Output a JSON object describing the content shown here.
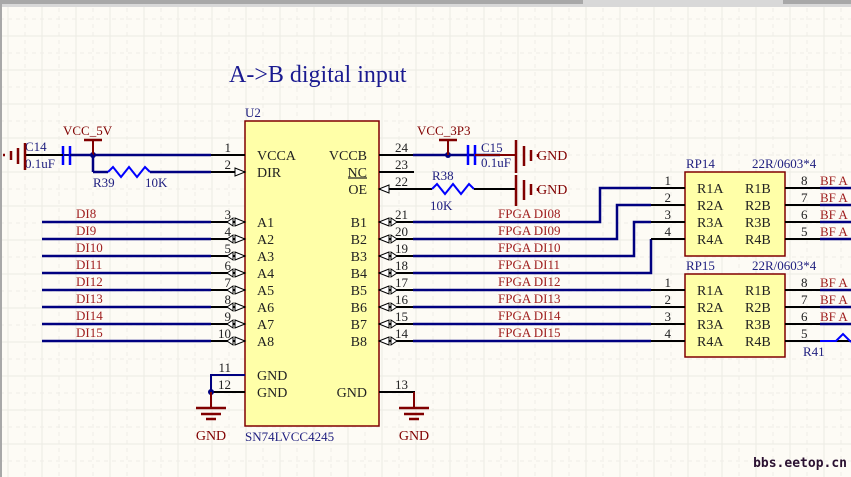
{
  "title": "A->B digital input",
  "watermark": "bbs.eetop.cn",
  "colors": {
    "wire": "#000080",
    "pin": "#000000",
    "power": "#800000",
    "passive": "#0000ff",
    "label_net": "#a02020",
    "label_designator": "#202080",
    "body_fill": "#ffffa8",
    "body_stroke": "#800000"
  },
  "ic": {
    "designator": "U2",
    "part": "SN74LVCC4245",
    "left_pins": [
      {
        "num": "1",
        "name": "VCCA"
      },
      {
        "num": "2",
        "name": "DIR"
      },
      {
        "num": "3",
        "name": "A1"
      },
      {
        "num": "4",
        "name": "A2"
      },
      {
        "num": "5",
        "name": "A3"
      },
      {
        "num": "6",
        "name": "A4"
      },
      {
        "num": "7",
        "name": "A5"
      },
      {
        "num": "8",
        "name": "A6"
      },
      {
        "num": "9",
        "name": "A7"
      },
      {
        "num": "10",
        "name": "A8"
      },
      {
        "num": "11",
        "name": "GND"
      },
      {
        "num": "12",
        "name": "GND"
      }
    ],
    "right_pins": [
      {
        "num": "24",
        "name": "VCCB"
      },
      {
        "num": "23",
        "name": "NC"
      },
      {
        "num": "22",
        "name": "OE"
      },
      {
        "num": "21",
        "name": "B1"
      },
      {
        "num": "20",
        "name": "B2"
      },
      {
        "num": "19",
        "name": "B3"
      },
      {
        "num": "18",
        "name": "B4"
      },
      {
        "num": "17",
        "name": "B5"
      },
      {
        "num": "16",
        "name": "B6"
      },
      {
        "num": "15",
        "name": "B7"
      },
      {
        "num": "14",
        "name": "B8"
      },
      {
        "num": "13",
        "name": "GND"
      }
    ]
  },
  "a_nets": [
    "DI8",
    "DI9",
    "DI10",
    "DI11",
    "DI12",
    "DI13",
    "DI14",
    "DI15"
  ],
  "b_nets": [
    "FPGA_DI08",
    "FPGA_DI09",
    "FPGA_DI10",
    "FPGA_DI11",
    "FPGA_DI12",
    "FPGA_DI13",
    "FPGA_DI14",
    "FPGA_DI15"
  ],
  "power": {
    "vcc_a": "VCC_5V",
    "vcc_b": "VCC_3P3",
    "gnd": "GND"
  },
  "passives": {
    "c14": {
      "ref": "C14",
      "value": "0.1uF"
    },
    "c15": {
      "ref": "C15",
      "value": "0.1uF"
    },
    "r39": {
      "ref": "R39",
      "value": "10K"
    },
    "r38": {
      "ref": "R38",
      "value": "10K"
    },
    "r41": {
      "ref": "R41"
    }
  },
  "rpacks": [
    {
      "ref": "RP14",
      "value": "22R/0603*4",
      "left": [
        "R1A",
        "R2A",
        "R3A",
        "R4A"
      ],
      "right": [
        "R1B",
        "R2B",
        "R3B",
        "R4B"
      ],
      "lnums": [
        "1",
        "2",
        "3",
        "4"
      ],
      "rnums": [
        "8",
        "7",
        "6",
        "5"
      ],
      "out_labels": [
        "BF_A",
        "BF_A",
        "BF_A",
        "BF_A"
      ]
    },
    {
      "ref": "RP15",
      "value": "22R/0603*4",
      "left": [
        "R1A",
        "R2A",
        "R3A",
        "R4A"
      ],
      "right": [
        "R1B",
        "R2B",
        "R3B",
        "R4B"
      ],
      "lnums": [
        "1",
        "2",
        "3",
        "4"
      ],
      "rnums": [
        "8",
        "7",
        "6",
        "5"
      ],
      "out_labels": [
        "BF_A",
        "BF_A",
        "BF_A"
      ]
    }
  ]
}
